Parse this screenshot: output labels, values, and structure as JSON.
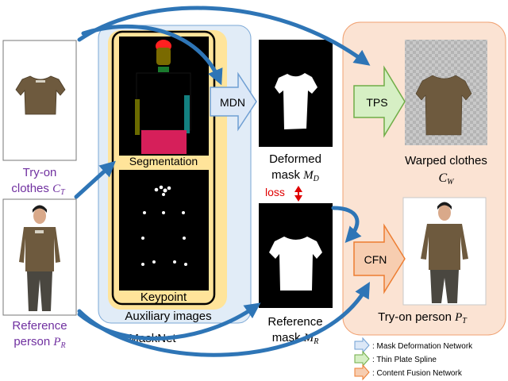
{
  "inputs": {
    "tryon_label_line1": "Try-on",
    "tryon_label_line2": "clothes",
    "tryon_symbol": "C",
    "tryon_subscript": "T",
    "reference_label_line1": "Reference",
    "reference_label_line2": "person",
    "reference_symbol": "P",
    "reference_subscript": "R"
  },
  "masknet": {
    "title": "MaskNet",
    "auxiliary_label": "Auxiliary images",
    "segmentation_label": "Segmentation",
    "keypoint_label": "Keypoint"
  },
  "modules": {
    "mdn": "MDN",
    "tps": "TPS",
    "cfn": "CFN"
  },
  "masks": {
    "deformed_line1": "Deformed",
    "deformed_line2": "mask",
    "deformed_symbol": "M",
    "deformed_subscript": "D",
    "loss": "loss",
    "reference_line1": "Reference",
    "reference_line2": "mask",
    "reference_symbol": "M",
    "reference_subscript": "R"
  },
  "outputs": {
    "warped_line1": "Warped clothes",
    "warped_symbol": "C",
    "warped_subscript": "W",
    "tryon_person_label": "Try-on person",
    "tryon_person_symbol": "P",
    "tryon_person_subscript": "T"
  },
  "legend": [
    {
      "text": ": Mask Deformation Network",
      "color": "#dce8f7"
    },
    {
      "text": ": Thin Plate Spline",
      "color": "#d6efc4"
    },
    {
      "text": ": Content Fusion Network",
      "color": "#f7cdb0"
    }
  ],
  "colors": {
    "flow_arrow": "#2e75b6",
    "purple_text": "#7030a0",
    "loss_red": "#e00000",
    "orange_panel": "#fbe3d3",
    "masknet_panel": "#e1ecf7",
    "auxiliary_panel": "#ffe49a"
  }
}
